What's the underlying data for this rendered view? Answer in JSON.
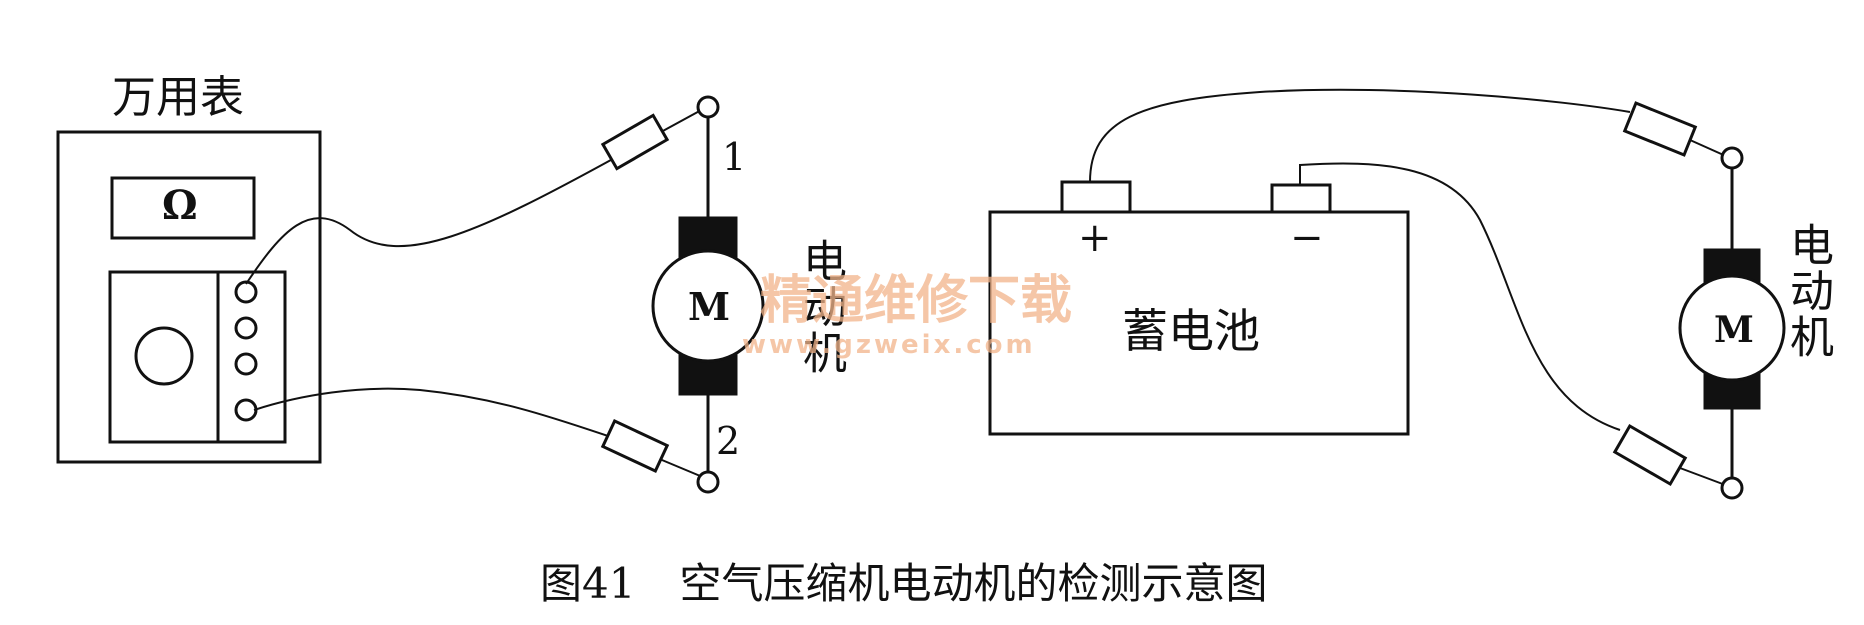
{
  "meter": {
    "title": "万用表",
    "ohm_symbol": "Ω"
  },
  "motor_left": {
    "letter": "M",
    "label": "电动机",
    "terminal_1": "1",
    "terminal_2": "2"
  },
  "battery": {
    "label": "蓄电池",
    "plus": "+",
    "minus": "−"
  },
  "motor_right": {
    "letter": "M",
    "label": "电动机"
  },
  "watermark": {
    "line1": "精通维修下载",
    "line2": "www.gzweix.com",
    "color": "#f2b48a"
  },
  "caption": {
    "fig": "图41",
    "text": "空气压缩机电动机的检测示意图"
  }
}
